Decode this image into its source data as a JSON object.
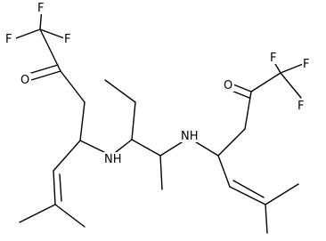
{
  "structure": {
    "atoms": {
      "F1": "F",
      "F2": "F",
      "F3": "F",
      "O1": "O",
      "N1": "NH",
      "N2": "NH",
      "O2": "O",
      "F4": "F",
      "F5": "F",
      "F6": "F"
    }
  }
}
